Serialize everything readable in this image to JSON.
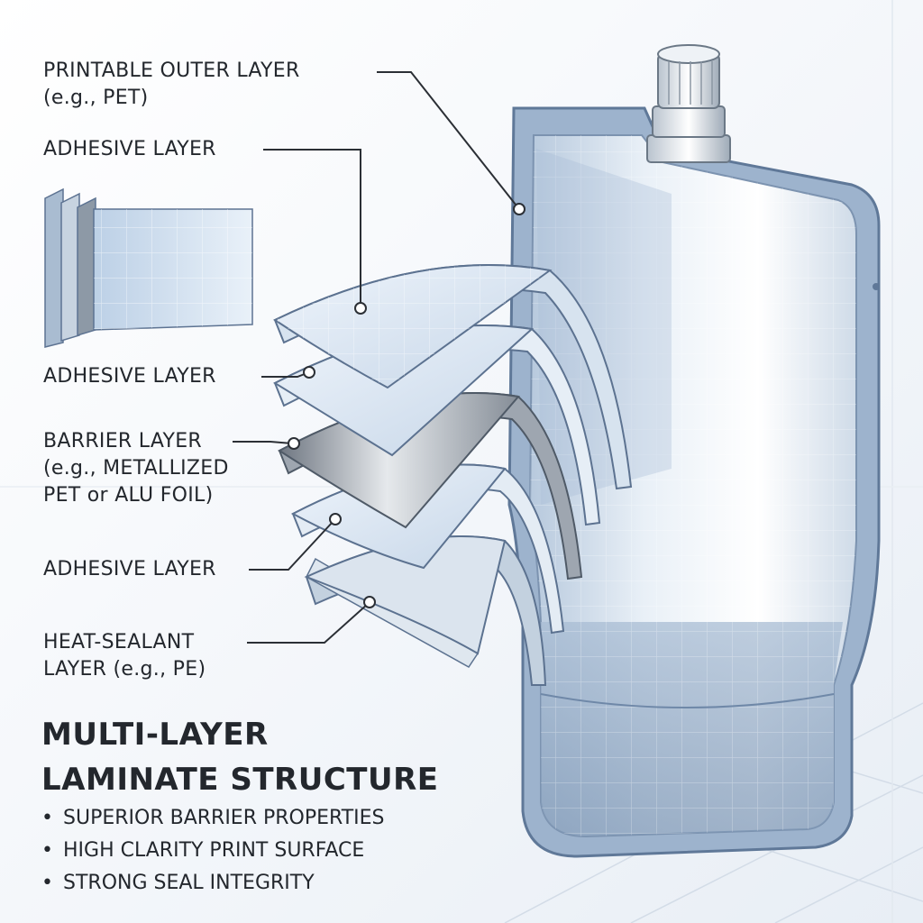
{
  "labels": {
    "outer": {
      "line1": "PRINTABLE OUTER LAYER",
      "line2": "(e.g., PET)"
    },
    "adhesive1": "ADHESIVE  LAYER",
    "adhesive2": "ADHESIVE  LAYER",
    "barrier": {
      "line1": "BARRIER LAYER",
      "line2": "(e.g., METALLIZED",
      "line3": "PET or ALU FOIL)"
    },
    "adhesive3": "ADHESIVE LAYER",
    "sealant": {
      "line1": "HEAT-SEALANT",
      "line2": "LAYER (e.g., PE)"
    }
  },
  "title": {
    "line1": "MULTI-LAYER",
    "line2": "LAMINATE STRUCTURE"
  },
  "bullets": [
    "SUPERIOR BARRIER PROPERTIES",
    "HIGH CLARITY PRINT SURFACE",
    "STRONG SEAL INTEGRITY"
  ],
  "bullet_glyph": "•",
  "colors": {
    "text": "#23272d",
    "pouch_edge": "#6d86a6",
    "pouch_fill": "#c9d8e8",
    "film_blue": "#dce8f4",
    "barrier_metal": "#9aa3ad",
    "leader": "#2b2f35"
  }
}
